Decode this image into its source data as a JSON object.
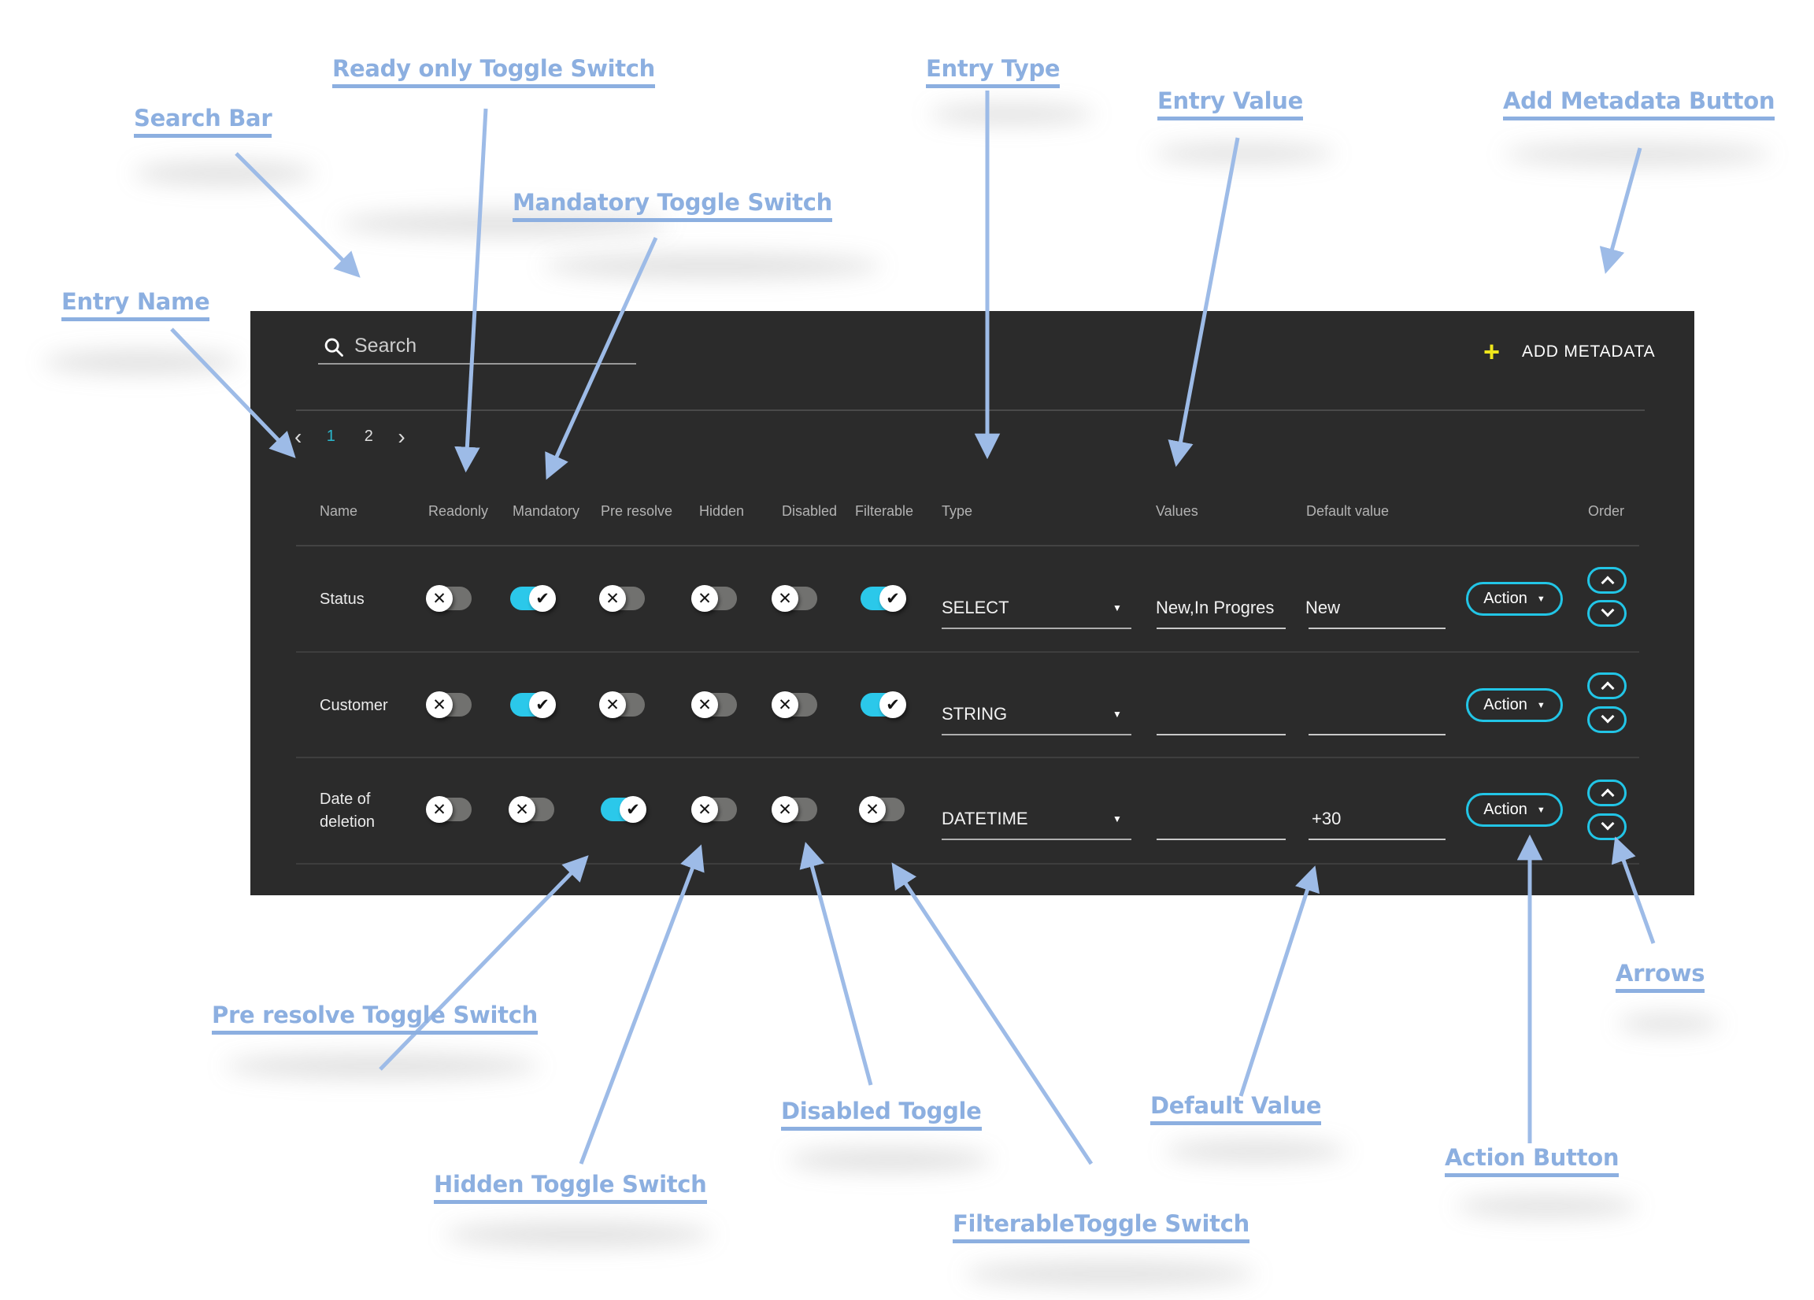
{
  "annotations": {
    "search_bar": "Search Bar",
    "ready_only": "Ready only Toggle Switch",
    "mandatory": "Mandatory Toggle Switch",
    "entry_name": "Entry Name",
    "entry_type": "Entry Type",
    "entry_value": "Entry Value",
    "add_metadata": "Add Metadata  Button",
    "pre_resolve": "Pre resolve Toggle Switch",
    "hidden": "Hidden Toggle Switch",
    "disabled": "Disabled Toggle",
    "filterable": "FilterableToggle Switch",
    "default_value": "Default Value",
    "action_button": "Action Button",
    "arrows": "Arrows"
  },
  "icons": {
    "plus": "+",
    "dropdown": "▼",
    "prev": "‹",
    "next": "›",
    "check": "✔",
    "cross": "✕"
  },
  "panel": {
    "search": {
      "placeholder": "Search"
    },
    "add_metadata_label": "ADD METADATA",
    "pagination": {
      "prev": "‹",
      "page1": "1",
      "page2": "2",
      "next": "›",
      "active_page": "1"
    },
    "columns": [
      "Name",
      "Readonly",
      "Mandatory",
      "Pre resolve",
      "Hidden",
      "Disabled",
      "Filterable",
      "Type",
      "Values",
      "Default value",
      "Order"
    ],
    "rows": [
      {
        "name": "Status",
        "name_line2": "",
        "readonly": false,
        "mandatory": true,
        "pre_resolve": false,
        "hidden": false,
        "disabled": false,
        "filterable": true,
        "type": "SELECT",
        "values": "New,In Progres",
        "default_value": "New",
        "action_label": "Action"
      },
      {
        "name": "Customer",
        "name_line2": "",
        "readonly": false,
        "mandatory": true,
        "pre_resolve": false,
        "hidden": false,
        "disabled": false,
        "filterable": true,
        "type": "STRING",
        "values": "",
        "default_value": "",
        "action_label": "Action"
      },
      {
        "name": "Date of",
        "name_line2": "deletion",
        "readonly": false,
        "mandatory": false,
        "pre_resolve": true,
        "hidden": false,
        "disabled": false,
        "filterable": false,
        "type": "DATETIME",
        "values": "",
        "default_value": "+30",
        "action_label": "Action"
      }
    ]
  },
  "colors": {
    "panel_bg": "#2b2b2b",
    "toggle_on": "#2bc8ea",
    "toggle_off": "#71716f",
    "accent_cyan": "#22c5e6",
    "pagination_active": "#2ab7cd",
    "plus_yellow": "#efe61c",
    "annotation_blue": "#8cafe0"
  }
}
